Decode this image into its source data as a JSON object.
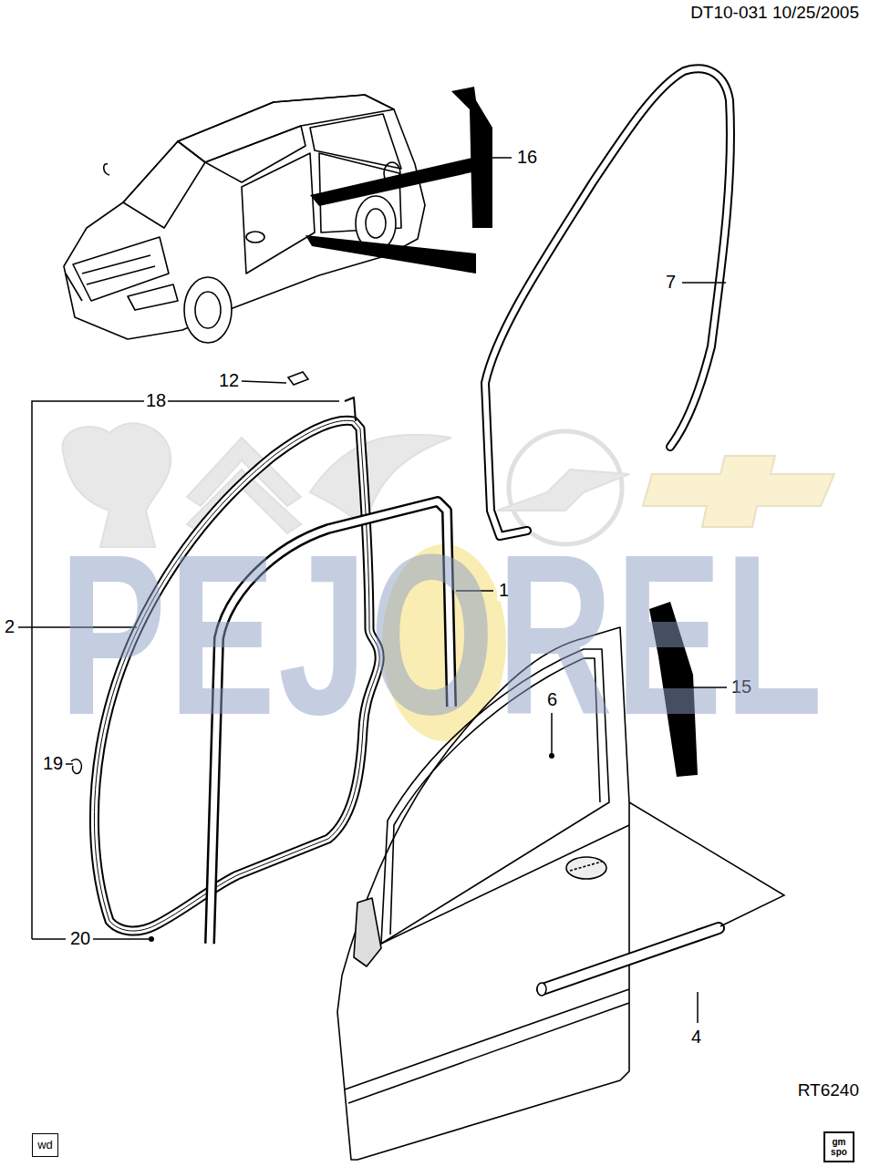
{
  "diagram": {
    "nodes": [
      {
        "text": [
          "wd"
        ]
      },
      {
        "text": [
          "gm spo"
        ]
      }
    ],
    "labels": [
      "DT10-031 10/25/2005",
      "16",
      "7",
      "12",
      "18",
      "1",
      "2",
      "15",
      "6",
      "19",
      "20",
      "4",
      "RT6240",
      "PEJOREL"
    ]
  }
}
